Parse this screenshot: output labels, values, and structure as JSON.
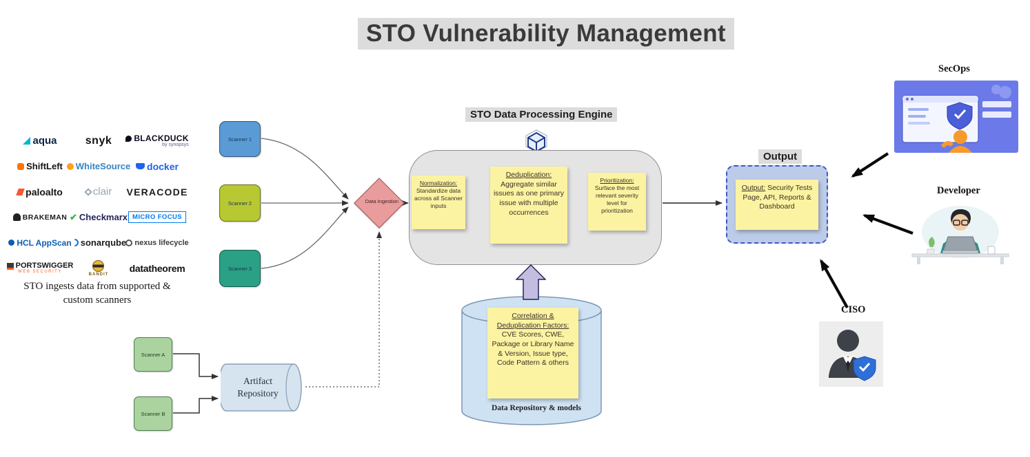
{
  "title": "STO Vulnerability Management",
  "colors": {
    "highlight": "#dcdcdc",
    "sticky_note": "#fbf3a1",
    "scanner1": "#5b9bd5",
    "scanner2": "#b7c832",
    "scanner3": "#2aa185",
    "scanner_a": "#aad3a0",
    "scanner_b": "#aad3a0",
    "ingestion": "#e89c9c",
    "engine_fill": "#e4e4e4",
    "output_fill": "#bccbe8",
    "cylinder_fill": "#cfe2f3",
    "artifact_fill": "#d6e4f0",
    "block_arrow": "#c3bedf"
  },
  "logos": [
    {
      "label": "aqua"
    },
    {
      "label": "snyk"
    },
    {
      "label": "BLACKDUCK",
      "sub": "by synopsys"
    },
    {
      "label": "ShiftLeft"
    },
    {
      "label": "WhiteSource"
    },
    {
      "label": "docker"
    },
    {
      "label": "paloalto"
    },
    {
      "label": "clair"
    },
    {
      "label": "VERACODE"
    },
    {
      "label": "BRAKEMAN"
    },
    {
      "label": "Checkmarx"
    },
    {
      "label": "MICRO FOCUS"
    },
    {
      "label": "HCL AppScan"
    },
    {
      "label": "sonarqube"
    },
    {
      "label": "nexus lifecycle"
    },
    {
      "label": "PORTSWIGGER",
      "sub": "WEB SECURITY"
    },
    {
      "label": "BANDIT"
    },
    {
      "label": "datatheorem"
    }
  ],
  "logos_caption": "STO ingests data from supported & custom scanners",
  "flow": {
    "scanner1": "Scanner 1",
    "scanner2": "Scanner 2",
    "scanner3": "Scanner 3",
    "ingestion": "Data Ingestion"
  },
  "engine": {
    "title": "STO Data Processing Engine",
    "notes": [
      {
        "title": "Normalization:",
        "body": "Standardize data across all Scanner inputs"
      },
      {
        "title": "Deduplication:",
        "body": "Aggregate similar issues as one primary issue with multiple occurrences"
      },
      {
        "title": "Prioritization:",
        "body": "Surface the most relevant severity level for prioritization"
      }
    ]
  },
  "repository": {
    "note_title": "Correlation & Deduplication Factors:",
    "note_body": "CVE Scores, CWE, Package or Library Name & Version, Issue type, Code Pattern & others",
    "caption": "Data Repository & models"
  },
  "output": {
    "heading": "Output",
    "note_title": "Output:",
    "note_body": "Security Tests Page, API, Reports & Dashboard"
  },
  "personas": {
    "secops": "SecOps",
    "developer": "Developer",
    "ciso": "CISO"
  },
  "artifact": {
    "label": "Artifact Repository",
    "scanner_a": "Scanner A",
    "scanner_b": "Scanner B"
  }
}
